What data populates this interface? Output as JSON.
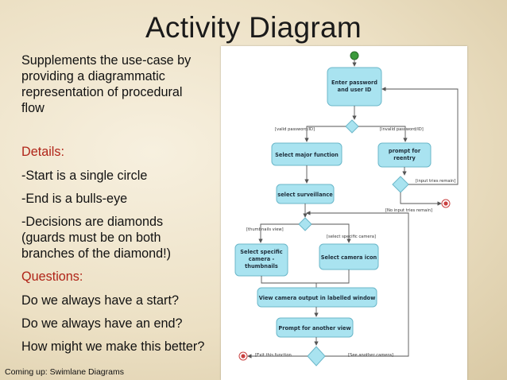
{
  "slide": {
    "title": "Activity Diagram",
    "intro": "Supplements the use-case by providing a diagrammatic representation of procedural flow",
    "details_heading": "Details:",
    "details": [
      "-Start is a single circle",
      "-End is a bulls-eye",
      "-Decisions are diamonds (guards must be on both branches of the diamond!)"
    ],
    "questions_heading": "Questions:",
    "questions": [
      "Do we always have a start?",
      "Do we always have an end?",
      "How might we make this better?"
    ],
    "footer": "Coming up: Swimlane Diagrams"
  },
  "diagram": {
    "activities": {
      "enter_password": [
        "Enter password",
        "and user ID"
      ],
      "select_major": "Select major function",
      "prompt_reentry": [
        "prompt for",
        "reentry"
      ],
      "select_surveillance": "select surveillance",
      "select_specific": [
        "Select specific",
        "camera -",
        "thumbnails"
      ],
      "select_camera_icon": "Select camera icon",
      "view_output": "View camera output in labelled window",
      "prompt_another": "Prompt for another view"
    },
    "guards": {
      "valid": "[valid password/ID]",
      "invalid": "[invalid password/ID]",
      "tries_remain": "[input tries remain]",
      "no_tries": "[No input tries remain]",
      "thumbnails": "[thumbnails view]",
      "specific_camera": "[select specific camera]",
      "exit": "[Exit this function",
      "see_another": "[See another camera]"
    }
  }
}
